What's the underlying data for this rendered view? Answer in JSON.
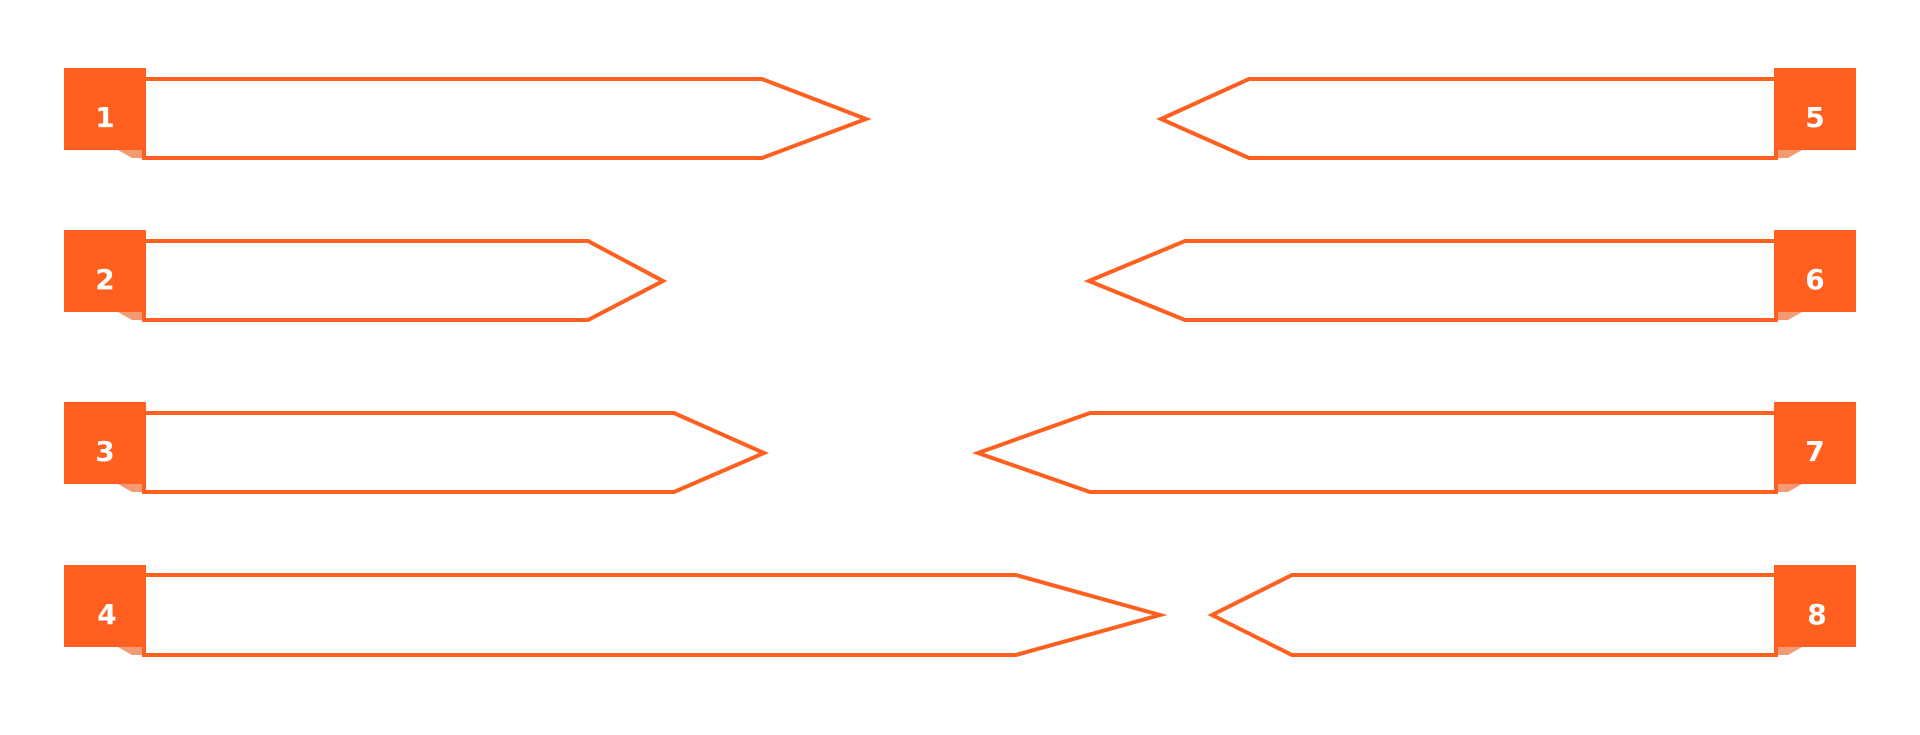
{
  "colors": {
    "accent": "#FF5F1F",
    "accent_shadow": "#F39A73",
    "background": "#FFFFFF",
    "badge_text": "#FFFFFF"
  },
  "labels": {
    "n1": "1",
    "n2": "2",
    "n3": "3",
    "n4": "4",
    "n5": "5",
    "n6": "6",
    "n7": "7",
    "n8": "8"
  }
}
